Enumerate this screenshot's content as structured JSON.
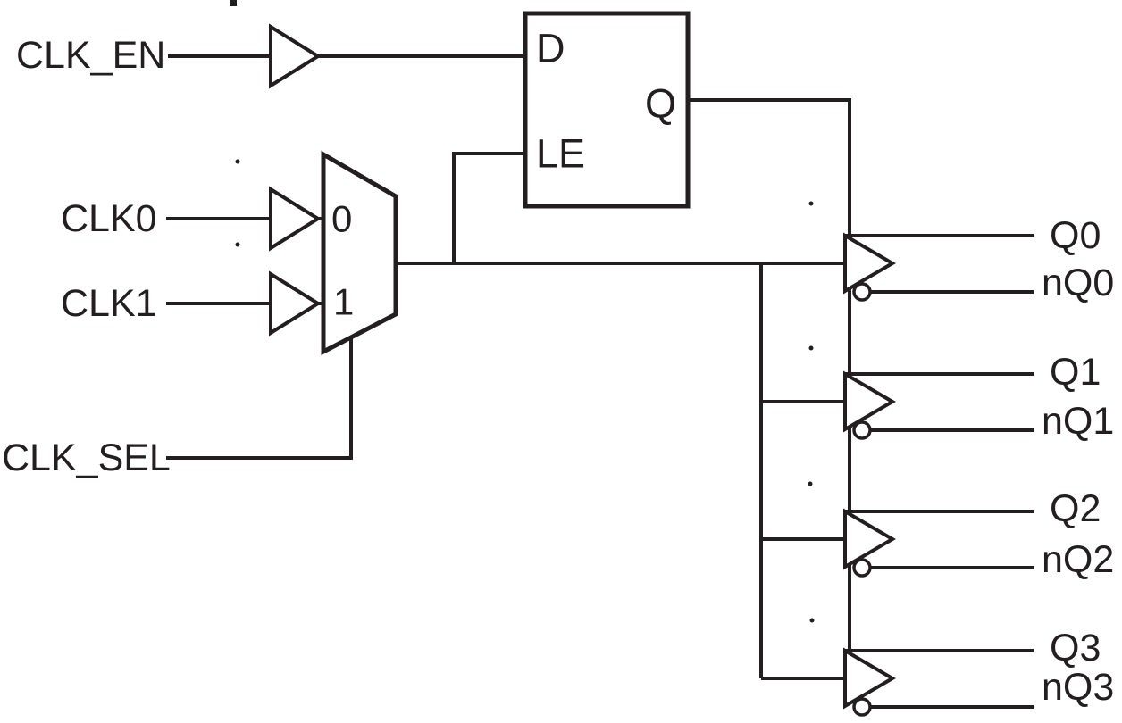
{
  "colors": {
    "line": "#231f20",
    "background": "#ffffff"
  },
  "signals": {
    "clk_en": "CLK_EN",
    "clk0": "CLK0",
    "clk1": "CLK1",
    "clk_sel": "CLK_SEL"
  },
  "latch": {
    "d": "D",
    "le": "LE",
    "q": "Q"
  },
  "mux": {
    "in0": "0",
    "in1": "1"
  },
  "outputs": [
    {
      "q": "Q0",
      "nq": "nQ0"
    },
    {
      "q": "Q1",
      "nq": "nQ1"
    },
    {
      "q": "Q2",
      "nq": "nQ2"
    },
    {
      "q": "Q3",
      "nq": "nQ3"
    }
  ]
}
